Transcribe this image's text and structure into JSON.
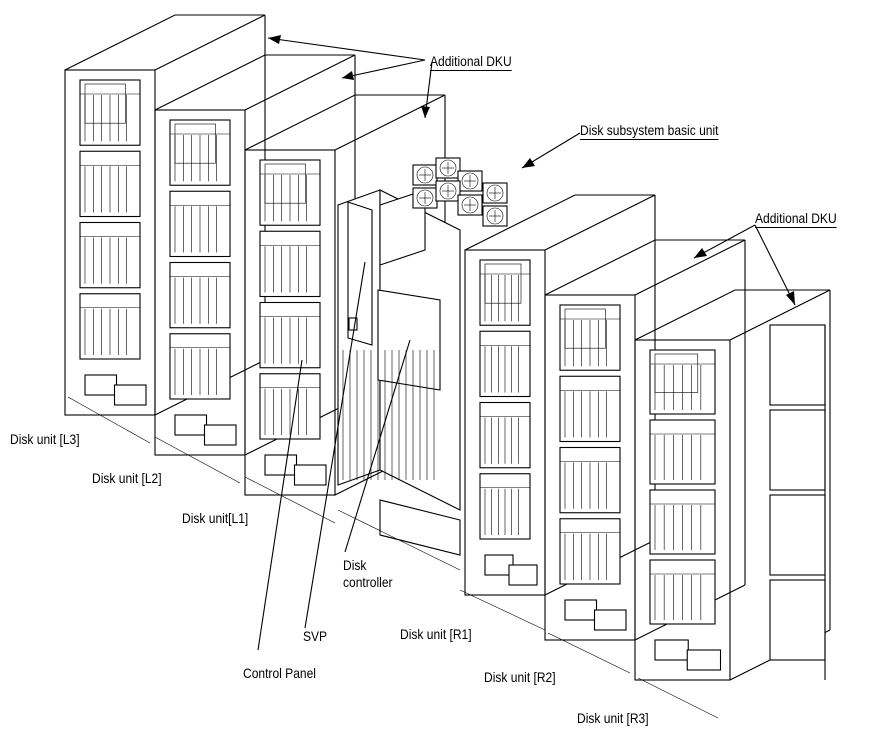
{
  "labels": {
    "additional_dku_top": "Additional DKU",
    "basic_unit": "Disk subsystem basic unit",
    "additional_dku_right": "Additional DKU",
    "disk_unit_l3": "Disk unit [L3]",
    "disk_unit_l2": "Disk unit [L2]",
    "disk_unit_l1": "Disk unit[L1]",
    "disk_controller_line1": "Disk",
    "disk_controller_line2": "controller",
    "svp": "SVP",
    "control_panel": "Control Panel",
    "disk_unit_r1": "Disk unit [R1]",
    "disk_unit_r2": "Disk unit [R2]",
    "disk_unit_r3": "Disk unit [R3]"
  }
}
